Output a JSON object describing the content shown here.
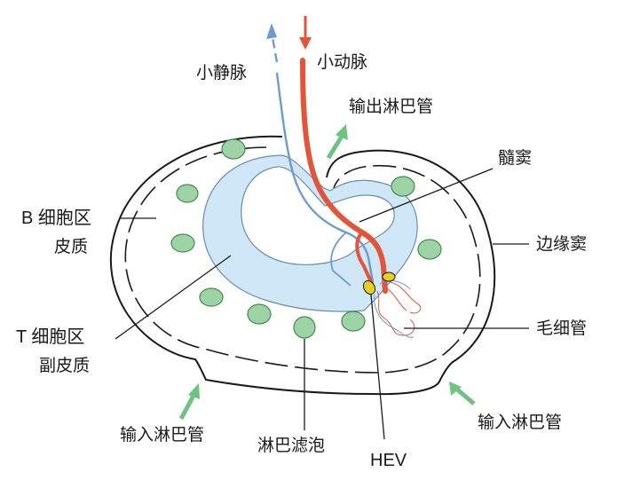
{
  "colors": {
    "outline": "#1a1a1a",
    "cortex_paracortex": "#cfe7f7",
    "follicle": "#9ed3a6",
    "follicle_stroke": "#3f8a4f",
    "artery": "#e2553a",
    "vein": "#6b9bd2",
    "lymph_arrow": "#6ec382",
    "hev": "#e6d024"
  },
  "labels": {
    "vein": "小静脉",
    "artery": "小动脉",
    "efferent_lymph": "输出淋巴管",
    "medullary_sinus": "髓窦",
    "b_cell_zone": "B 细胞区",
    "cortex": "皮质",
    "subcapsular_sinus": "边缘窦",
    "t_cell_zone": "T 细胞区",
    "paracortex": "副皮质",
    "capillary": "毛细管",
    "afferent_lymph_left": "输入淋巴管",
    "afferent_lymph_right": "输入淋巴管",
    "follicle": "淋巴滤泡",
    "hev": "HEV"
  },
  "icons": {
    "lymph_flow": "green-arrow-icon",
    "blood_flow": "red-arrow-icon"
  }
}
